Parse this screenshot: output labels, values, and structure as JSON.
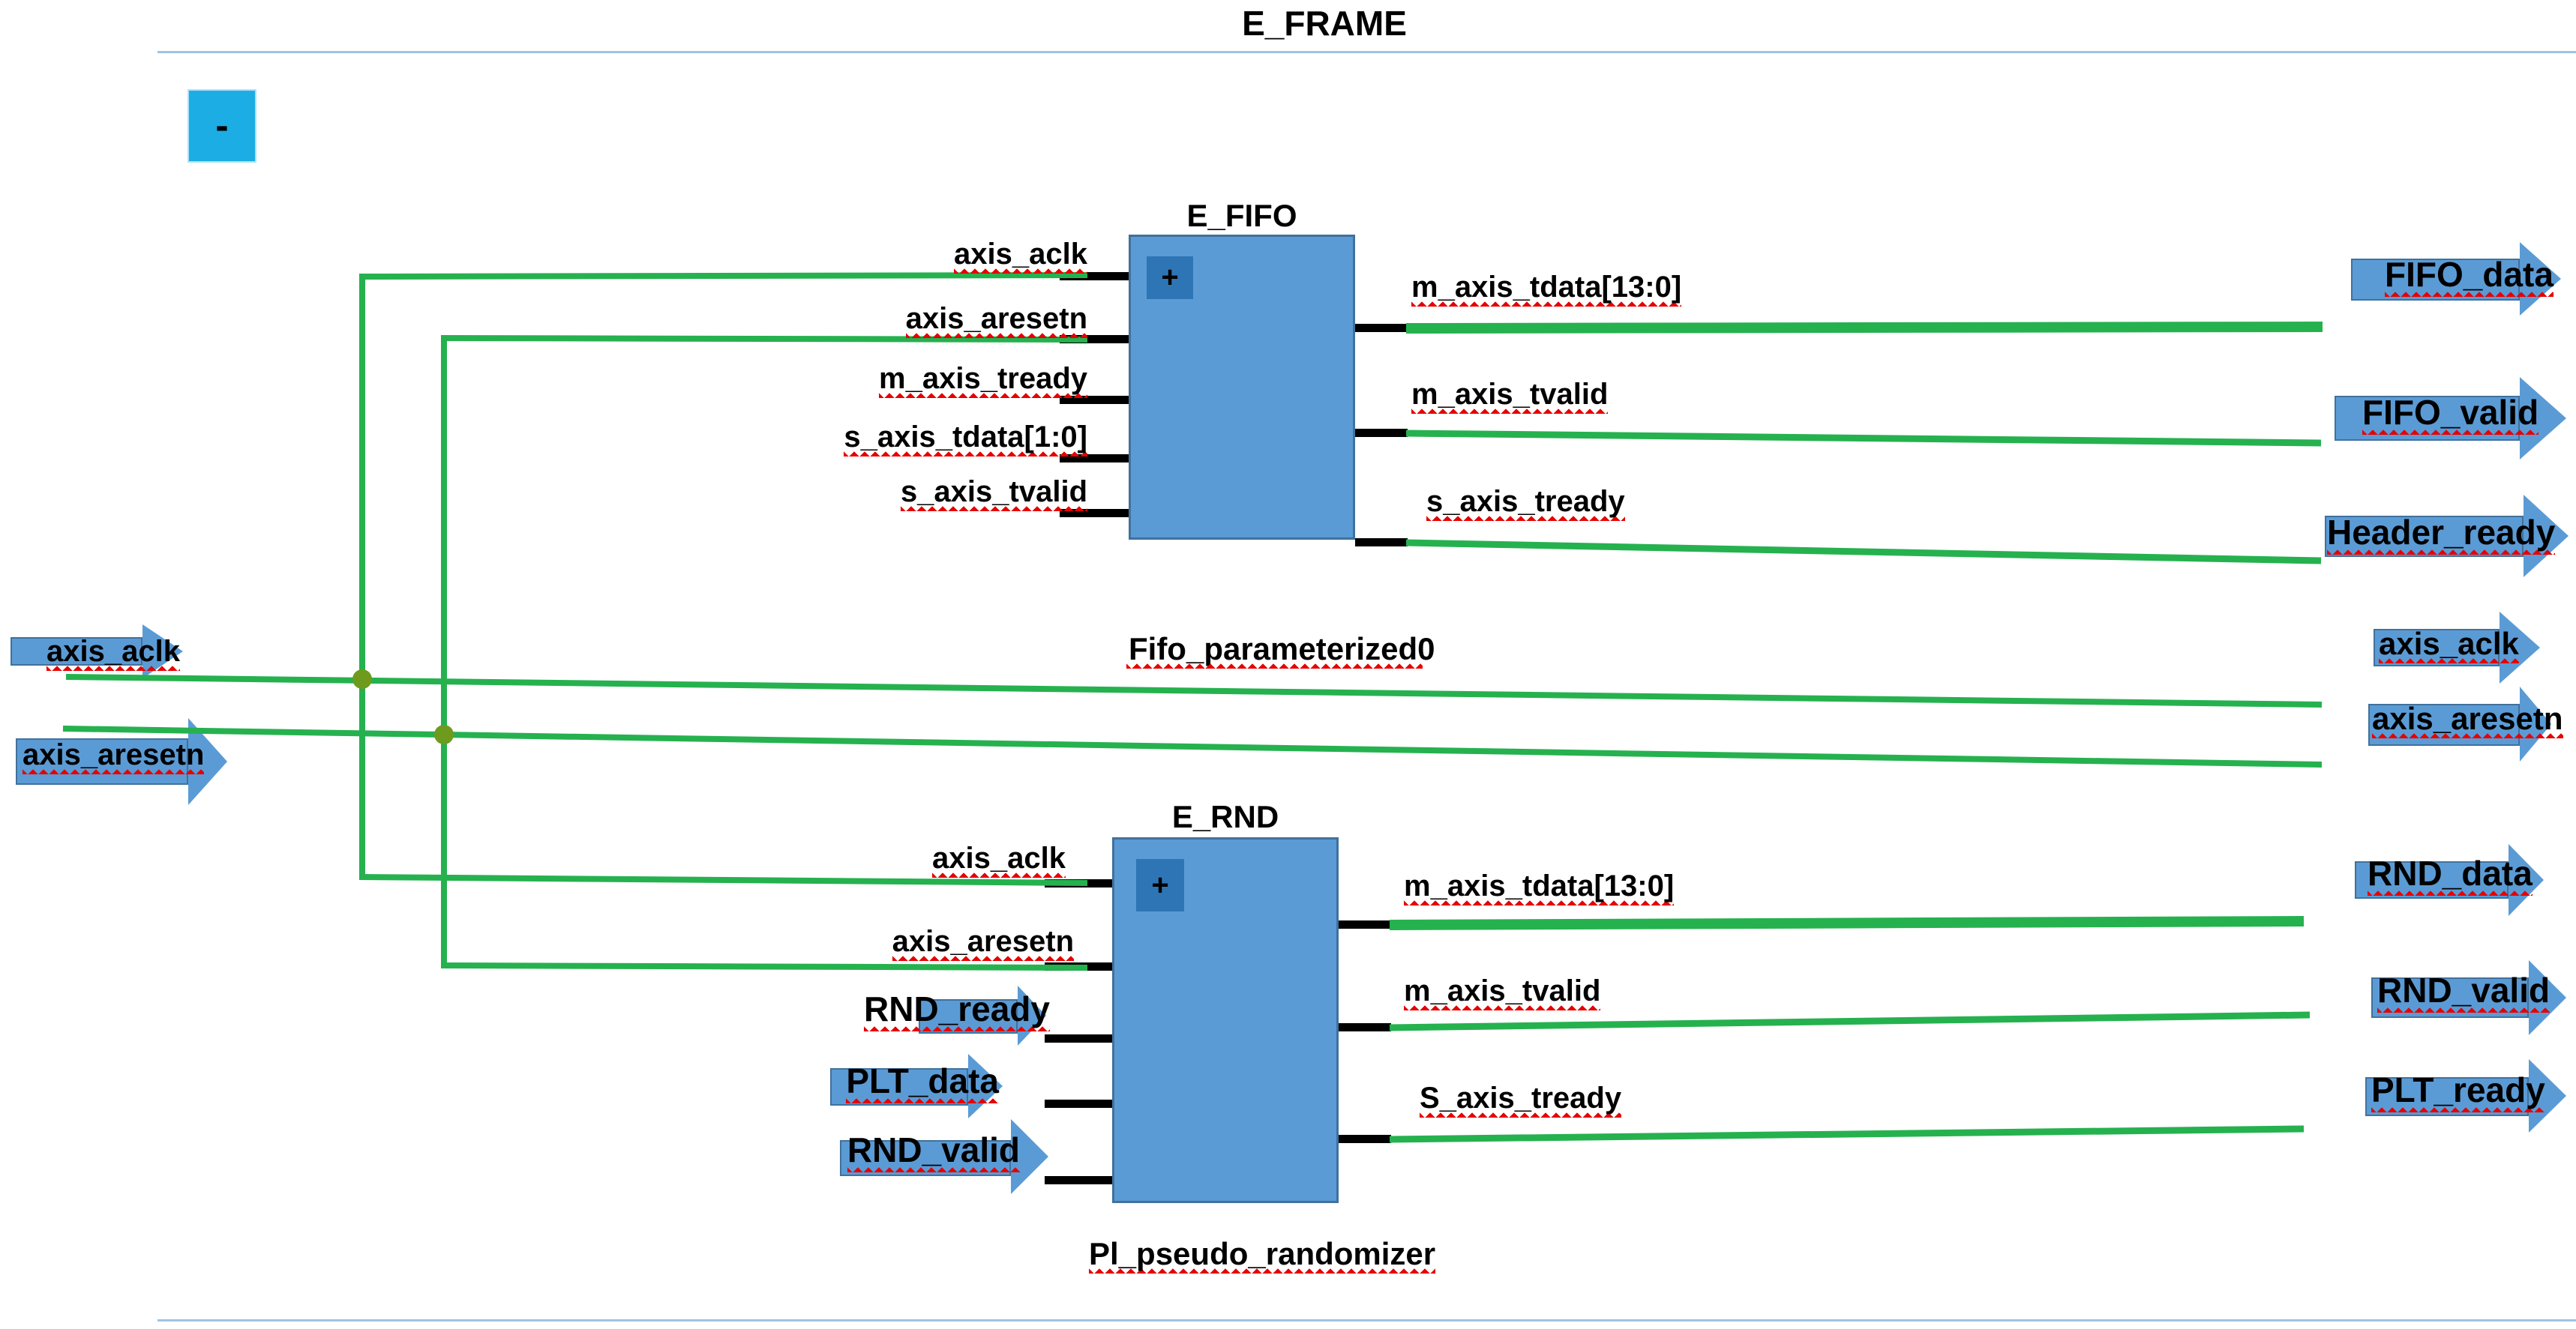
{
  "colors": {
    "wire": "#26B14F",
    "junction": "#6E9B1E",
    "block_fill": "#5B9BD5",
    "block_border": "#41719C",
    "expand_fill": "#2E75B6",
    "arrow_fill": "#5B9BD5",
    "arrow_border": "#41719C",
    "collapse_fill": "#1CADE4",
    "divider": "#9DC3E6",
    "squiggle": "#E60000",
    "stub": "#000000"
  },
  "header": {
    "title": "E_FRAME"
  },
  "outline": {
    "collapse_label": "-"
  },
  "blocks": {
    "fifo": {
      "title": "E_FIFO",
      "instance": "Fifo_parameterized0",
      "expand_label": "+",
      "left_ports": {
        "p1": "axis_aclk",
        "p2": "axis_aresetn",
        "p3": "m_axis_tready",
        "p4": "s_axis_tdata[1:0]",
        "p5": "s_axis_tvalid"
      },
      "right_ports": {
        "p1": "m_axis_tdata[13:0]",
        "p2": "m_axis_tvalid",
        "p3": "s_axis_tready"
      }
    },
    "rnd": {
      "title": "E_RND",
      "instance": "Pl_pseudo_randomizer",
      "expand_label": "+",
      "left_ports": {
        "p1": "axis_aclk",
        "p2": "axis_aresetn"
      },
      "left_port_arrows": {
        "p3": "RND_ready",
        "p4": "PLT_data",
        "p5": "RND_valid"
      },
      "right_ports": {
        "p1": "m_axis_tdata[13:0]",
        "p2": "m_axis_tvalid",
        "p3": "S_axis_tready"
      }
    }
  },
  "external": {
    "inputs": {
      "aclk": "axis_aclk",
      "aresetn": "axis_aresetn"
    },
    "outputs": {
      "fifo_data": "FIFO_data",
      "fifo_valid": "FIFO_valid",
      "header_ready": "Header_ready",
      "aclk": "axis_aclk",
      "aresetn": "axis_aresetn",
      "rnd_data": "RND_data",
      "rnd_valid": "RND_valid",
      "plt_ready": "PLT_ready"
    }
  }
}
